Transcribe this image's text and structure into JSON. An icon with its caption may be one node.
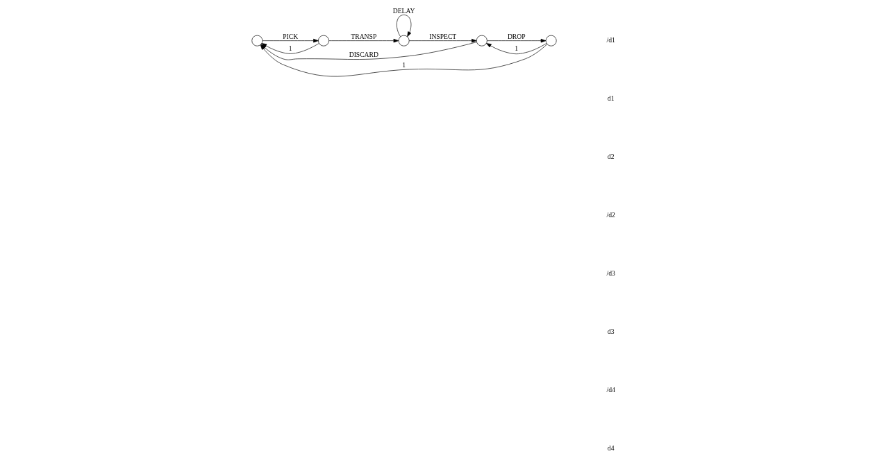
{
  "diagram": {
    "nodes": [
      {
        "text": [],
        "shape": "circle"
      },
      {
        "text": [],
        "shape": "circle"
      },
      {
        "text": [],
        "shape": "circle"
      },
      {
        "text": [],
        "shape": "circle"
      },
      {
        "text": [],
        "shape": "circle"
      }
    ],
    "edges": [
      {
        "from": 0,
        "to": 1,
        "arrow": "to",
        "label": "PICK"
      },
      {
        "from": 1,
        "to": 0,
        "arrow": "to",
        "label": "1"
      },
      {
        "from": 1,
        "to": 2,
        "arrow": "to",
        "label": "TRANSP"
      },
      {
        "from": 2,
        "to": 2,
        "arrow": "to",
        "label": "DELAY"
      },
      {
        "from": 2,
        "to": 3,
        "arrow": "to",
        "label": "INSPECT"
      },
      {
        "from": 3,
        "to": 0,
        "arrow": "to",
        "label": "DISCARD"
      },
      {
        "from": 3,
        "to": 4,
        "arrow": "to",
        "label": "DROP"
      },
      {
        "from": 4,
        "to": 3,
        "arrow": "to",
        "label": "1"
      },
      {
        "from": 4,
        "to": 0,
        "arrow": "to",
        "label": "1"
      }
    ],
    "labels": [
      "/d1",
      "d1",
      "d2",
      "/d2",
      "/d3",
      "d3",
      "/d4",
      "d4"
    ]
  }
}
